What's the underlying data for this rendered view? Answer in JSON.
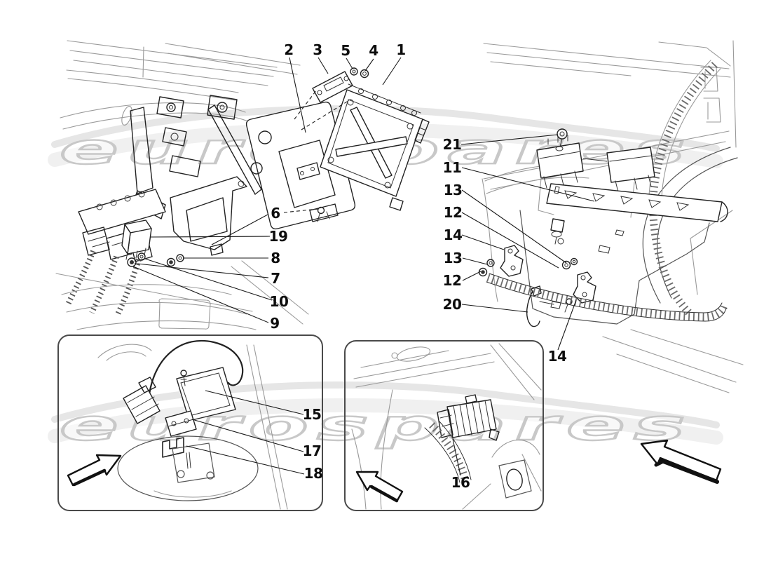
{
  "page": {
    "type": "parts-diagram",
    "background": "#ffffff"
  },
  "watermark": {
    "text": "eurospares",
    "outline_color": "#c8c8c8"
  },
  "callouts": {
    "main_left": [
      {
        "label": "2"
      },
      {
        "label": "3"
      },
      {
        "label": "5"
      },
      {
        "label": "4"
      },
      {
        "label": "1"
      },
      {
        "label": "6"
      },
      {
        "label": "19"
      },
      {
        "label": "8"
      },
      {
        "label": "7"
      },
      {
        "label": "10"
      },
      {
        "label": "9"
      }
    ],
    "main_right": [
      {
        "label": "21"
      },
      {
        "label": "11"
      },
      {
        "label": "13"
      },
      {
        "label": "12"
      },
      {
        "label": "14"
      },
      {
        "label": "13"
      },
      {
        "label": "12"
      },
      {
        "label": "20"
      },
      {
        "label": "14"
      }
    ],
    "inset_left": [
      {
        "label": "15"
      },
      {
        "label": "17"
      },
      {
        "label": "18"
      }
    ],
    "inset_right": [
      {
        "label": "16"
      }
    ]
  },
  "icons": {
    "inset_left_arrow": "direction-arrow-up-right",
    "inset_right_arrow": "direction-arrow-up-left",
    "page_arrow": "direction-arrow-up-left"
  }
}
